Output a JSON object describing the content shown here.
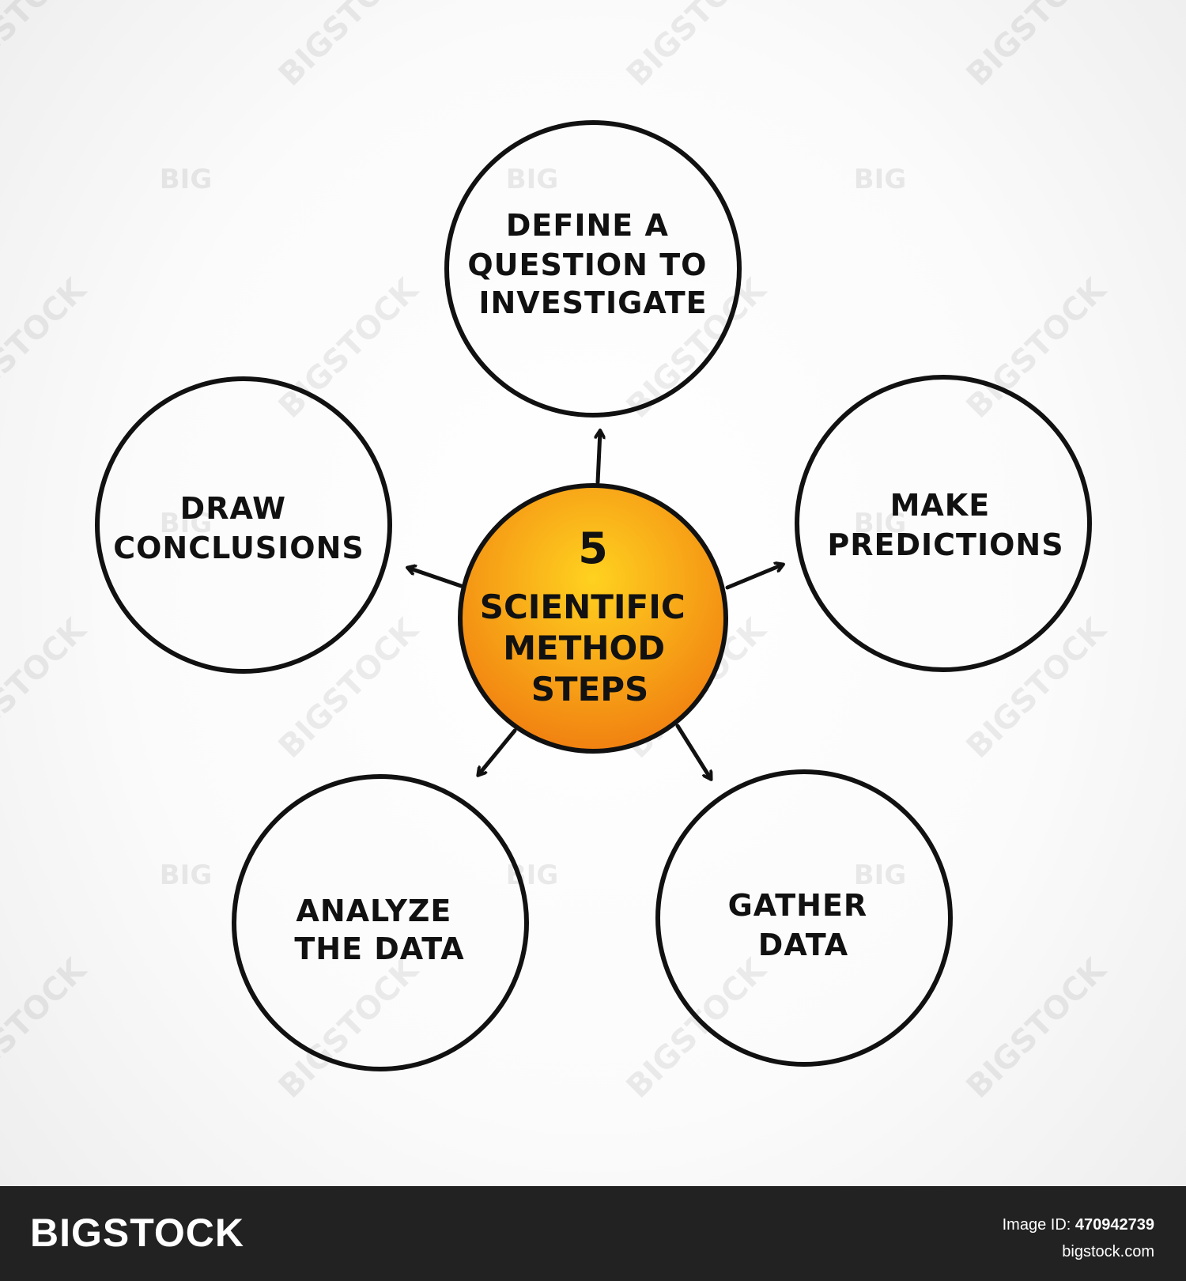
{
  "diagram": {
    "center": {
      "number": "5",
      "lines": [
        "SCIENTIFIC",
        "METHOD",
        "STEPS"
      ],
      "fill_top": "#ffd21f",
      "fill_bottom": "#f07b10"
    },
    "nodes": [
      {
        "id": "define",
        "lines": [
          "DEFINE A",
          "QUESTION TO",
          "INVESTIGATE"
        ]
      },
      {
        "id": "predict",
        "lines": [
          "MAKE",
          "PREDICTIONS"
        ]
      },
      {
        "id": "gather",
        "lines": [
          "GATHER",
          "DATA"
        ]
      },
      {
        "id": "analyze",
        "lines": [
          "ANALYZE",
          "THE DATA"
        ]
      },
      {
        "id": "conclude",
        "lines": [
          "DRAW",
          "CONCLUSIONS"
        ]
      }
    ],
    "stroke_color": "#111111"
  },
  "watermark": {
    "text": "BIGSTOCK",
    "short": "BIG"
  },
  "footer": {
    "logo": "BIGSTOCK",
    "image_id_label": "Image ID:",
    "image_id": "470942739",
    "site": "bigstock.com"
  }
}
